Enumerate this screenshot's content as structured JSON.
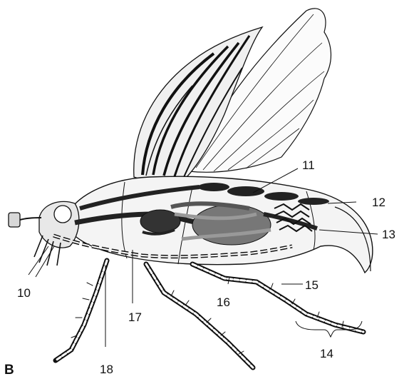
{
  "figure": {
    "panel_letter": "B",
    "labels": {
      "l10": "10",
      "l11": "11",
      "l12": "12",
      "l13": "13",
      "l14": "14",
      "l15": "15",
      "l16": "16",
      "l17": "17",
      "l18": "18"
    }
  },
  "colors": {
    "ink": "#111111",
    "dark_organ": "#333333",
    "mid_organ": "#777777",
    "body_fill": "#f4f4f4",
    "wing_fill": "#fbfbfb"
  }
}
